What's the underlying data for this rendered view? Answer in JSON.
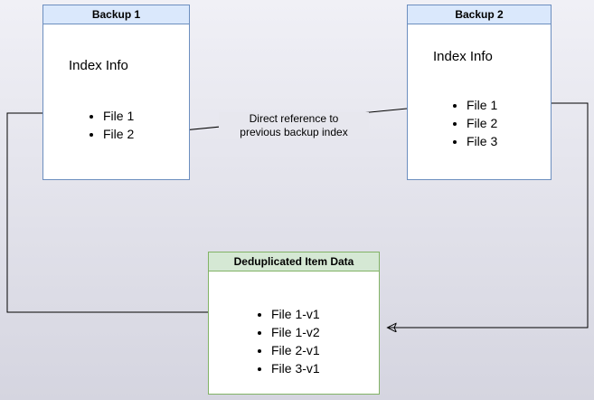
{
  "backup1": {
    "title": "Backup 1",
    "subtitle": "Index Info",
    "files": [
      "File 1",
      "File 2"
    ]
  },
  "backup2": {
    "title": "Backup 2",
    "subtitle": "Index Info",
    "files": [
      "File 1",
      "File 2",
      "File 3"
    ]
  },
  "dedup": {
    "title": "Deduplicated Item Data",
    "files": [
      "File 1-v1",
      "File 1-v2",
      "File 2-v1",
      "File 3-v1"
    ]
  },
  "annotation": {
    "line1": "Direct reference to",
    "line2": "previous backup index"
  },
  "colors": {
    "blue_fill": "#dae8fc",
    "blue_border": "#6c8ebf",
    "green_fill": "#d5e8d4",
    "green_border": "#82b366",
    "node_body": "#ffffff",
    "arrow": "#000000"
  }
}
